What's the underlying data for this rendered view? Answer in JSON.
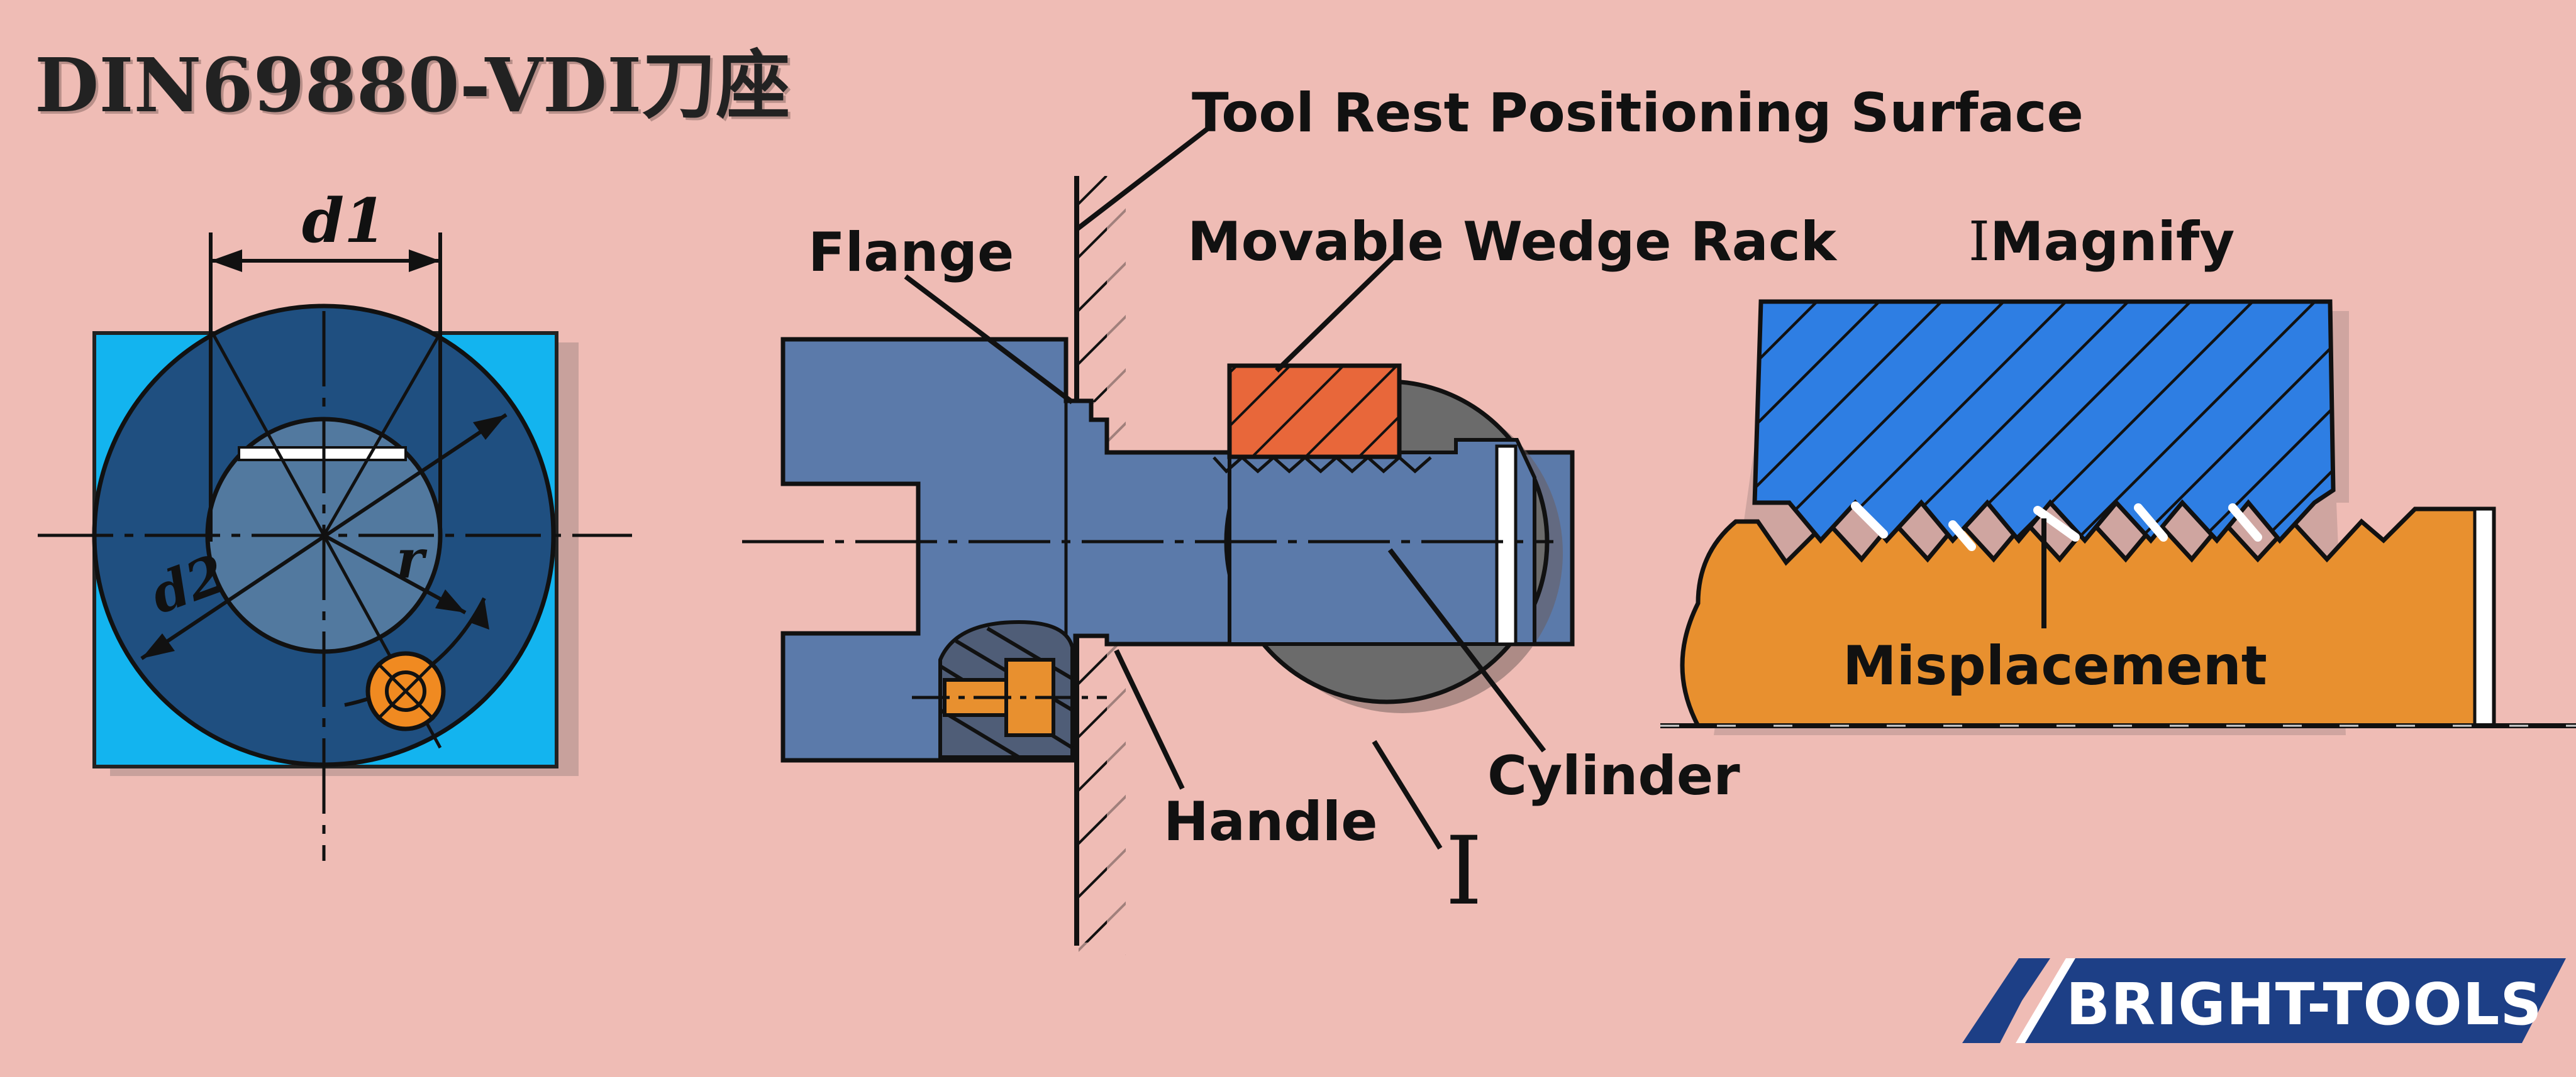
{
  "title": "DIN69880-VDI刀座",
  "labels": {
    "tool_rest_surface": "Tool Rest Positioning Surface",
    "flange": "Flange",
    "movable_wedge_rack": "Movable Wedge Rack",
    "magnify": "Magnify",
    "cylinder": "Cylinder",
    "handle": "Handle",
    "misplacement": "Misplacement",
    "section_mark_detail": "I",
    "section_mark_magnify": "I"
  },
  "dimensions": {
    "d1": "d1",
    "d2": "d2",
    "r": "r"
  },
  "logo": {
    "text": "BRIGHT-TOOLS"
  },
  "colors": {
    "background": "#efbcb5",
    "square_cyan": "#13b4ef",
    "disk_navy": "#1f4f80",
    "holder_blue": "#5b7aaa",
    "detail_gray": "#6b6b6b",
    "rack_orange": "#e8673a",
    "gear_blue": "#2e7ee3",
    "base_orange": "#e8902f",
    "logo_navy": "#1d3f86"
  }
}
